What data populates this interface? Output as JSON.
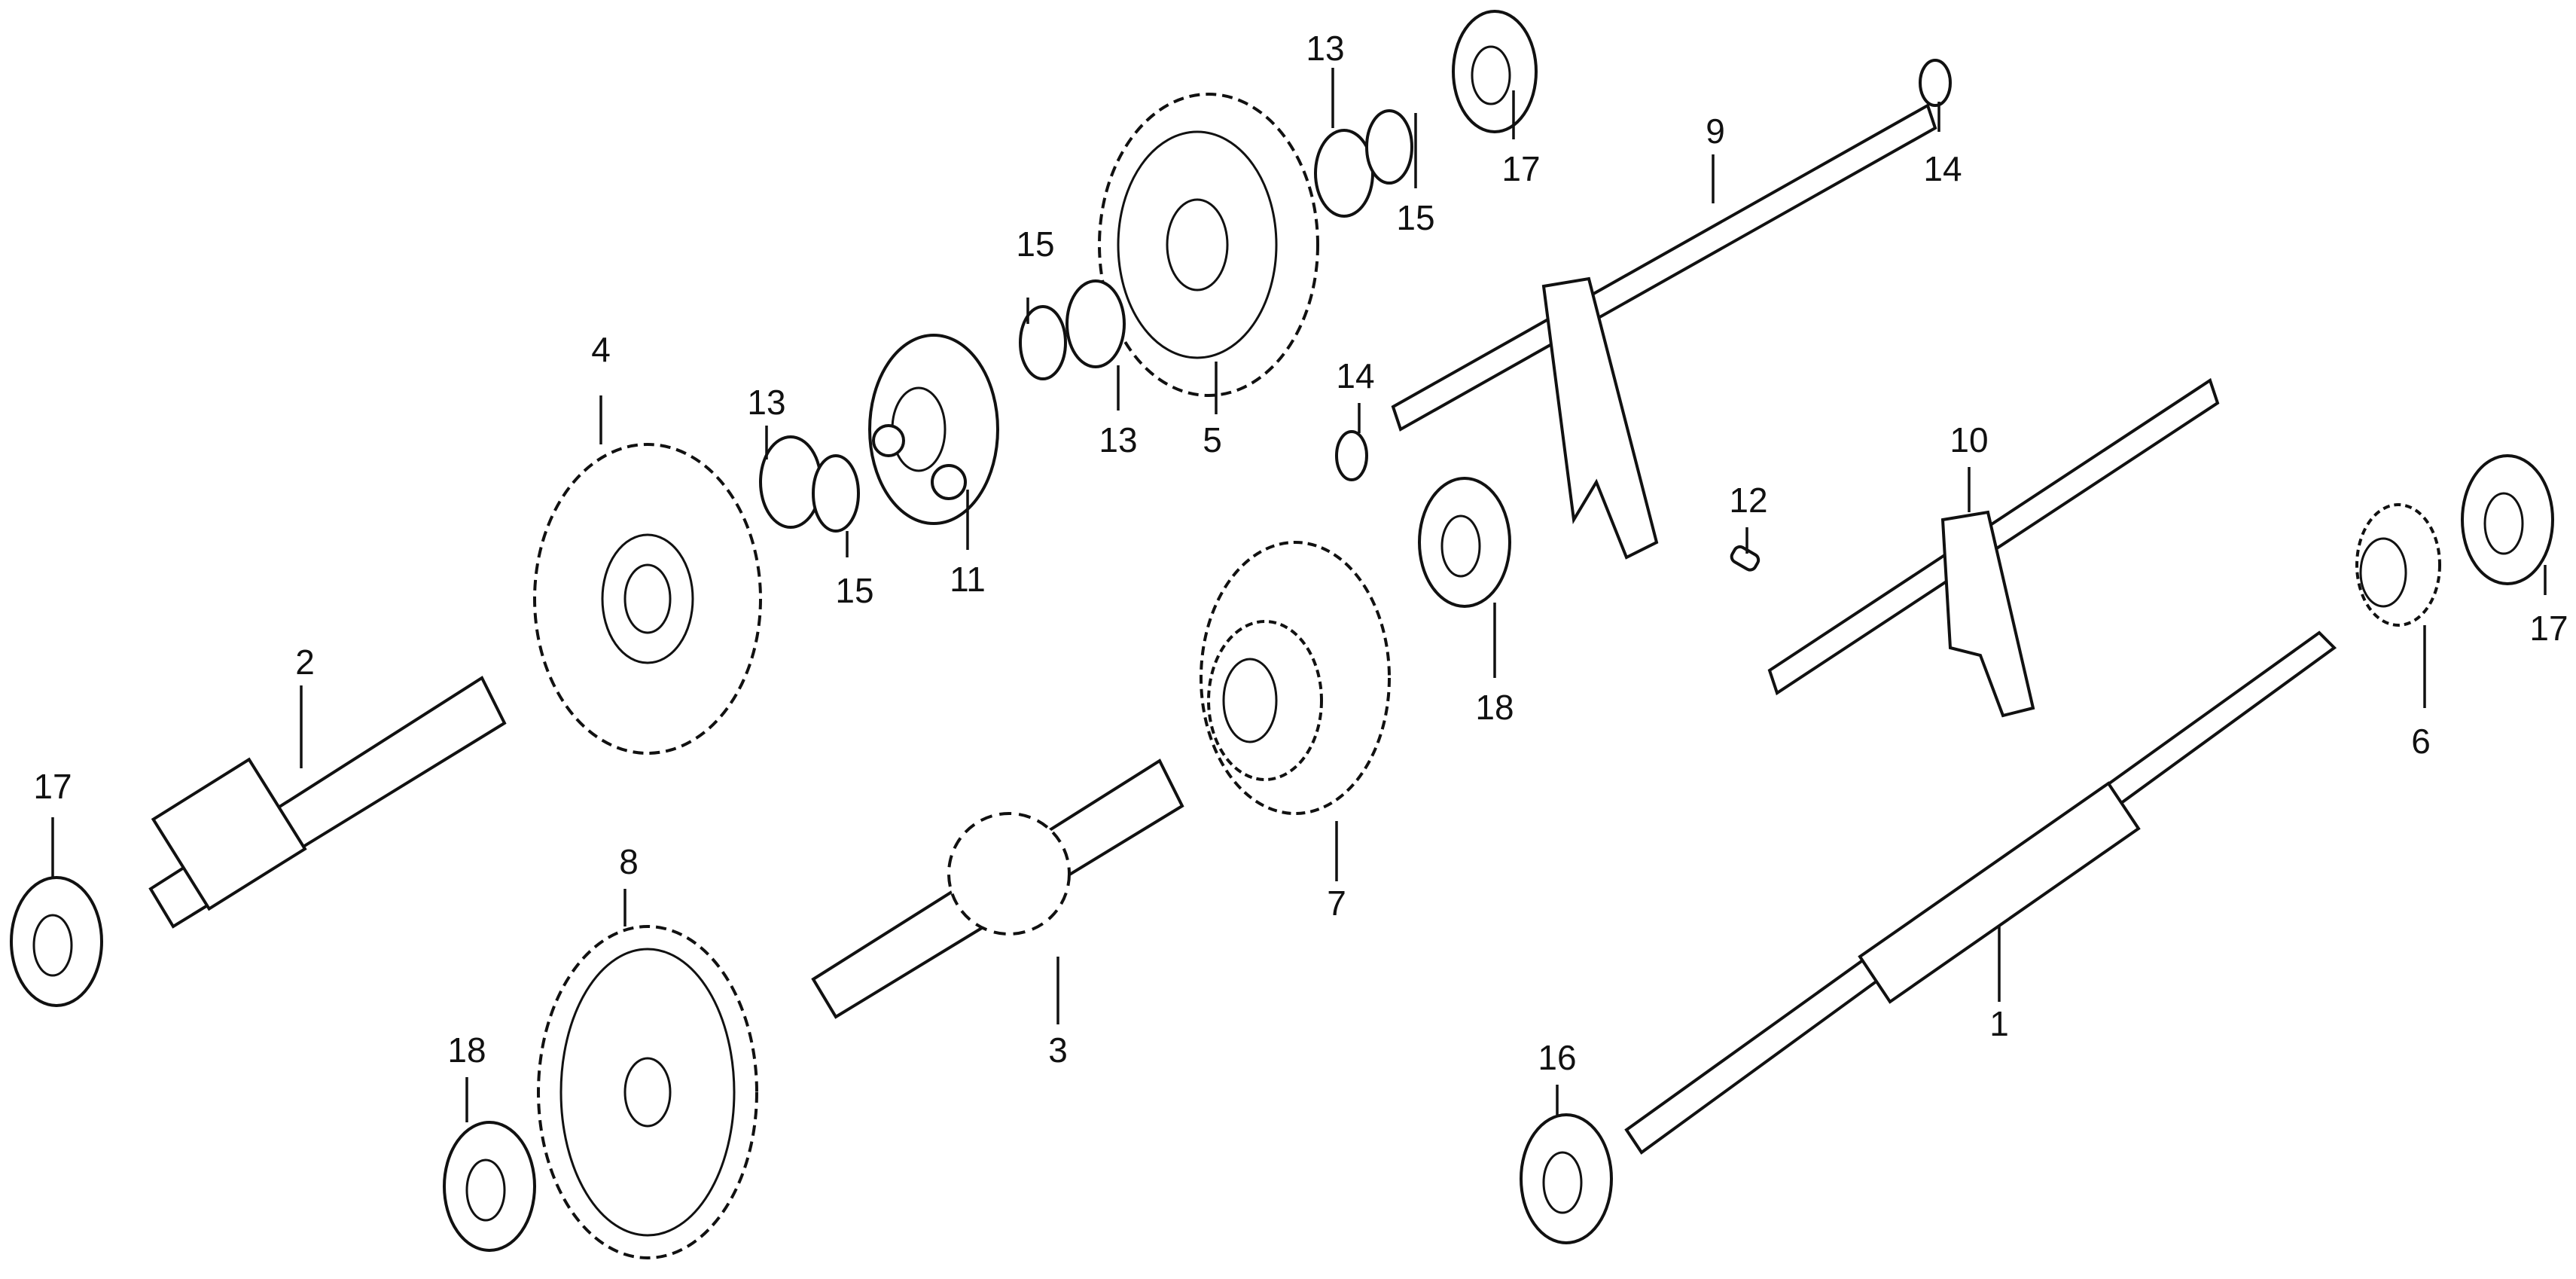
{
  "diagram": {
    "title": "Transmission exploded parts diagram",
    "callouts": [
      {
        "id": "c1",
        "label": "1"
      },
      {
        "id": "c2",
        "label": "2"
      },
      {
        "id": "c3",
        "label": "3"
      },
      {
        "id": "c4",
        "label": "4"
      },
      {
        "id": "c5",
        "label": "5"
      },
      {
        "id": "c6",
        "label": "6"
      },
      {
        "id": "c7",
        "label": "7"
      },
      {
        "id": "c8",
        "label": "8"
      },
      {
        "id": "c9",
        "label": "9"
      },
      {
        "id": "c10",
        "label": "10"
      },
      {
        "id": "c11",
        "label": "11"
      },
      {
        "id": "c12",
        "label": "12"
      },
      {
        "id": "c13a",
        "label": "13"
      },
      {
        "id": "c13b",
        "label": "13"
      },
      {
        "id": "c13c",
        "label": "13"
      },
      {
        "id": "c14a",
        "label": "14"
      },
      {
        "id": "c14b",
        "label": "14"
      },
      {
        "id": "c15a",
        "label": "15"
      },
      {
        "id": "c15b",
        "label": "15"
      },
      {
        "id": "c15c",
        "label": "15"
      },
      {
        "id": "c16",
        "label": "16"
      },
      {
        "id": "c17a",
        "label": "17"
      },
      {
        "id": "c17b",
        "label": "17"
      },
      {
        "id": "c17c",
        "label": "17"
      },
      {
        "id": "c18a",
        "label": "18"
      },
      {
        "id": "c18b",
        "label": "18"
      }
    ]
  }
}
